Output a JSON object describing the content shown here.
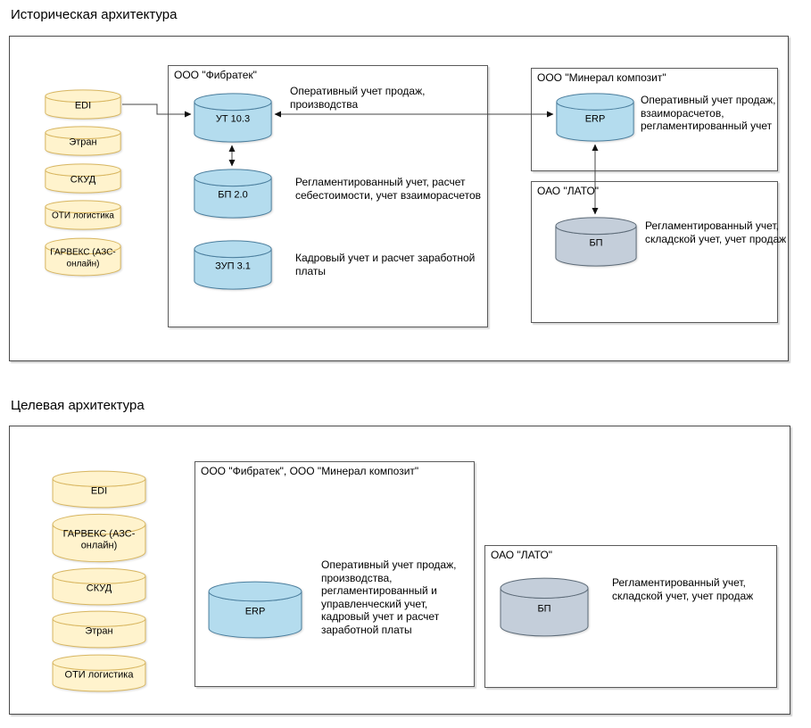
{
  "colors": {
    "yellow_fill": "#FFF3CD",
    "yellow_stroke": "#D8B660",
    "blue_fill": "#B4DCEE",
    "blue_stroke": "#4C7F9E",
    "gray_fill": "#C4CEDA",
    "gray_stroke": "#5D6B78",
    "wire": "#444444",
    "arrow": "#111111"
  },
  "historical": {
    "title": "Историческая архитектура",
    "sources": [
      {
        "label": "EDI"
      },
      {
        "label": "Этран"
      },
      {
        "label": "СКУД"
      },
      {
        "label": "ОТИ логистика"
      },
      {
        "label": "ГАРВЕКС (АЗС-онлайн)"
      }
    ],
    "fibratek": {
      "title": "ООО \"Фибратек\"",
      "systems": [
        {
          "label": "УТ 10.3",
          "note": "Оперативный учет продаж, производства"
        },
        {
          "label": "БП 2.0",
          "note": "Регламентированный учет, расчет себестоимости, учет взаиморасчетов"
        },
        {
          "label": "ЗУП 3.1",
          "note": "Кадровый учет и расчет заработной платы"
        }
      ]
    },
    "mineral": {
      "title": "ООО \"Минерал композит\"",
      "system": {
        "label": "ERP",
        "note": "Оперативный учет продаж, взаиморасчетов, регламентированный учет"
      }
    },
    "lato": {
      "title": "ОАО \"ЛАТО\"",
      "system": {
        "label": "БП",
        "note": "Регламентированный учет, складской учет, учет продаж"
      }
    }
  },
  "target": {
    "title": "Целевая архитектура",
    "sources": [
      {
        "label": "EDI"
      },
      {
        "label": "ГАРВЕКС (АЗС-онлайн)"
      },
      {
        "label": "СКУД"
      },
      {
        "label": "Этран"
      },
      {
        "label": "ОТИ логистика"
      }
    ],
    "fibratek_mineral": {
      "title": "ООО \"Фибратек\", ООО \"Минерал композит\"",
      "system": {
        "label": "ERP",
        "note": "Оперативный учет продаж, производства, регламентированный и управленческий учет, кадровый учет и расчет заработной платы"
      }
    },
    "lato": {
      "title": "ОАО \"ЛАТО\"",
      "system": {
        "label": "БП",
        "note": "Регламентированный учет, складской учет, учет продаж"
      }
    }
  }
}
